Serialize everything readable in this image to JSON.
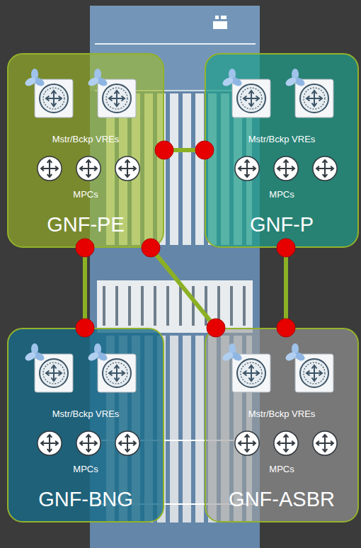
{
  "diagram": {
    "nodes": [
      {
        "text": [
          "Mstr/Bckp VREs",
          "MPCs",
          "GNF-PE"
        ]
      },
      {
        "text": [
          "Mstr/Bckp VREs",
          "MPCs",
          "GNF-P"
        ]
      },
      {
        "text": [
          "Mstr/Bckp VREs",
          "MPCs",
          "GNF-BNG"
        ]
      },
      {
        "text": [
          "Mstr/Bckp VREs",
          "MPCs",
          "GNF-ASBR"
        ]
      }
    ],
    "edges": [
      {
        "from": 0,
        "to": 1,
        "arrow": "none"
      },
      {
        "from": 0,
        "to": 2,
        "arrow": "none"
      },
      {
        "from": 0,
        "to": 3,
        "arrow": "none"
      },
      {
        "from": 1,
        "to": 3,
        "arrow": "none"
      }
    ]
  }
}
